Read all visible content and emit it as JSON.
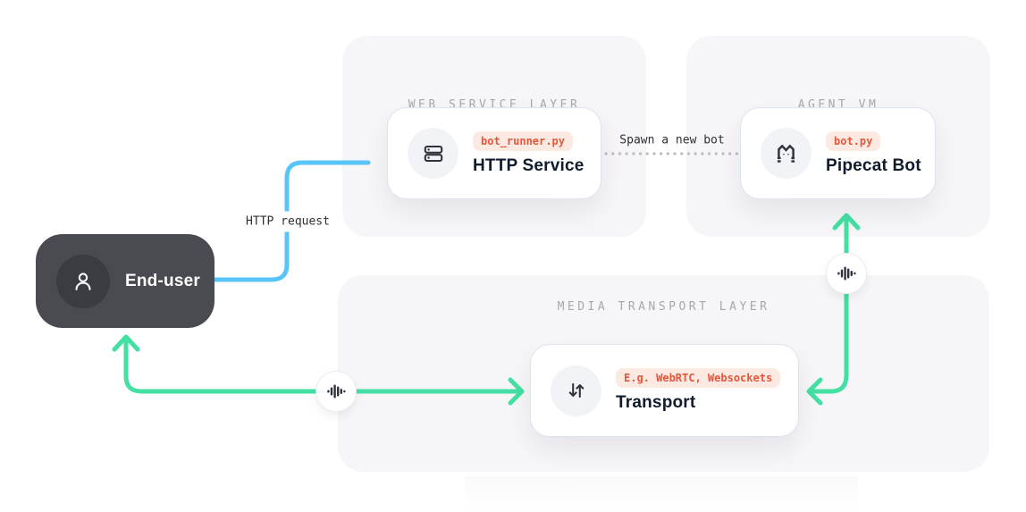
{
  "panels": {
    "web_service": {
      "title": "WEB SERVICE LAYER"
    },
    "agent_vm": {
      "title": "AGENT VM"
    },
    "media_transport": {
      "title": "MEDIA TRANSPORT LAYER"
    }
  },
  "nodes": {
    "http_service": {
      "icon": "server-icon",
      "badge": "bot_runner.py",
      "title": "HTTP Service"
    },
    "pipecat_bot": {
      "icon": "pipecat-cat-icon",
      "badge": "bot.py",
      "title": "Pipecat Bot"
    },
    "transport": {
      "icon": "arrows-up-down-icon",
      "badge": "E.g. WebRTC, Websockets",
      "title": "Transport"
    },
    "end_user": {
      "icon": "person-icon",
      "title": "End-user"
    }
  },
  "connections": {
    "http_request": {
      "label": "HTTP request",
      "type": "solid",
      "color": "#58c4f8",
      "from": "end_user",
      "to": "http_service"
    },
    "spawn_bot": {
      "label": "Spawn a new bot",
      "type": "dotted",
      "color": "#bdbdc3",
      "from": "http_service",
      "to": "pipecat_bot"
    },
    "user_media": {
      "icon": "audio-waveform-icon",
      "type": "solid",
      "color": "#44dfa2",
      "bidirectional": true,
      "from": "end_user",
      "to": "transport"
    },
    "bot_media": {
      "icon": "audio-waveform-icon",
      "type": "solid",
      "color": "#44dfa2",
      "bidirectional": true,
      "from": "pipecat_bot",
      "to": "transport"
    }
  },
  "colors": {
    "background": "#ffffff",
    "panel_bg": "#f6f6f8",
    "panel_title": "#a7a7ae",
    "card_border": "#dce4ef",
    "badge_bg": "#fceae2",
    "badge_text": "#e4573b",
    "node_title": "#101b2d",
    "end_user_bg": "#4a4a51",
    "icon_dark": "#2e323a"
  }
}
